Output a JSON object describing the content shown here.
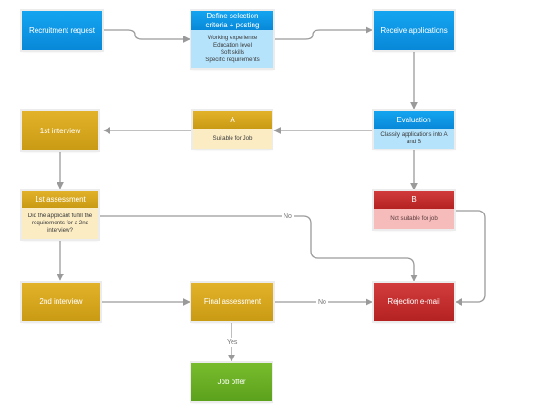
{
  "diagram": {
    "nodes": {
      "recruitment_request": {
        "title": "Recruitment request",
        "color": "#0a93e3"
      },
      "define_selection": {
        "title": "Define selection criteria + posting",
        "items": [
          "Working experience",
          "Education level",
          "Soft skills",
          "Specific requirements"
        ],
        "color": "#0a93e3"
      },
      "receive_applications": {
        "title": "Receive applications",
        "color": "#0a93e3"
      },
      "evaluation": {
        "title": "Evaluation",
        "text": "Classify applications into A and B",
        "color": "#0a93e3"
      },
      "category_a": {
        "title": "A",
        "text": "Suitable for Job",
        "color": "#d4a31b"
      },
      "category_b": {
        "title": "B",
        "text": "Not suitable for job",
        "color": "#c32d2d"
      },
      "first_interview": {
        "title": "1st interview",
        "color": "#d4a31b"
      },
      "first_assessment": {
        "title": "1st assessment",
        "text": "Did the applicant fulfill the requirements for a 2nd interview?",
        "color": "#d4a31b"
      },
      "second_interview": {
        "title": "2nd interview",
        "color": "#d4a31b"
      },
      "final_assessment": {
        "title": "Final assessment",
        "color": "#d4a31b"
      },
      "rejection_email": {
        "title": "Rejection e-mail",
        "color": "#c32d2d"
      },
      "job_offer": {
        "title": "Job offer",
        "color": "#6aae24"
      }
    },
    "edge_labels": {
      "assessment_no": "No",
      "final_no": "No",
      "final_yes": "Yes"
    },
    "edge_color": "#9a9a9a"
  }
}
